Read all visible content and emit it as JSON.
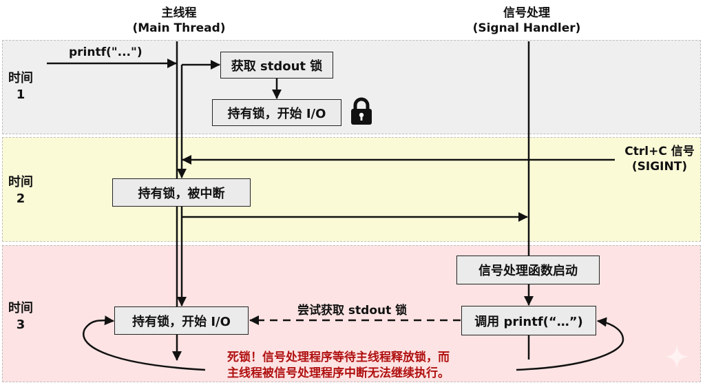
{
  "lanes": {
    "main": {
      "title": "主线程",
      "subtitle": "(Main Thread)"
    },
    "signal": {
      "title": "信号处理",
      "subtitle": "(Signal Handler)"
    }
  },
  "time_bands": [
    {
      "label_line1": "时间",
      "label_line2": "1",
      "color": "#efefef"
    },
    {
      "label_line1": "时间",
      "label_line2": "2",
      "color": "#fbfad7"
    },
    {
      "label_line1": "时间",
      "label_line2": "3",
      "color": "#fde3e3"
    }
  ],
  "boxes": {
    "acquire_lock": "获取 stdout 锁",
    "hold_lock_io_1": "持有锁，开始 I/O",
    "hold_lock_interrupted": "持有锁，被中断",
    "handler_start": "信号处理函数启动",
    "call_printf": "调用 printf(“…”)",
    "hold_lock_io_3": "持有锁，开始 I/O"
  },
  "labels": {
    "printf_call": "printf(\"...\")",
    "signal_line1": "Ctrl+C 信号",
    "signal_line2": "(SIGINT)",
    "try_acquire": "尝试获取 stdout 锁"
  },
  "deadlock_note": {
    "line1": "死锁！信号处理程序等待主线程释放锁，而",
    "line2": "主线程被信号处理程序中断无法继续执行。",
    "color": "#b01010"
  },
  "icons": {
    "lock": "lock-icon",
    "sparkle": "sparkle-icon"
  }
}
